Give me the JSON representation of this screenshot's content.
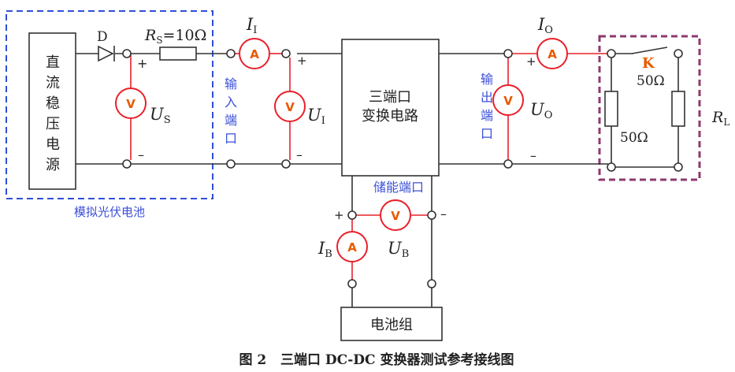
{
  "source": {
    "chars": [
      "直",
      "流",
      "稳",
      "压",
      "电",
      "源"
    ],
    "diode_label": "D",
    "rs_label": "R",
    "rs_sub": "S",
    "rs_value": "=10Ω",
    "voltmeter_label": "U",
    "voltmeter_sub": "S",
    "plus": "+",
    "minus": "–",
    "group_caption": "模拟光伏电池"
  },
  "meter_symbols": {
    "ammeter": "A",
    "voltmeter": "V"
  },
  "input_port": {
    "chars": [
      "输",
      "入",
      "端",
      "口"
    ],
    "current_label": "I",
    "current_sub": "I",
    "voltage_label": "U",
    "voltage_sub": "I",
    "plus": "+",
    "minus": "–"
  },
  "converter": {
    "line1": "三端口",
    "line2": "变换电路"
  },
  "output_port": {
    "chars": [
      "输",
      "出",
      "端",
      "口"
    ],
    "current_label": "I",
    "current_sub": "O",
    "voltage_label": "U",
    "voltage_sub": "O",
    "plus": "+",
    "minus": "–"
  },
  "load": {
    "switch_label": "K",
    "r1_value": "50Ω",
    "r2_value": "50Ω",
    "rl_label": "R",
    "rl_sub": "L"
  },
  "storage_port": {
    "label": "储能端口",
    "current_label": "I",
    "current_sub": "B",
    "voltage_label": "U",
    "voltage_sub": "B",
    "plus": "+",
    "minus": "–"
  },
  "battery": {
    "label": "电池组"
  },
  "caption": "图 2   三端口 DC-DC 变换器测试参考接线图",
  "colors": {
    "wire": "#333333",
    "meter": "#e8202a",
    "symbol": "#e85a00",
    "blue": "#3b4fd8",
    "box_purple": "#8c3a6e",
    "dashed_blue": "#2f4fd8"
  }
}
